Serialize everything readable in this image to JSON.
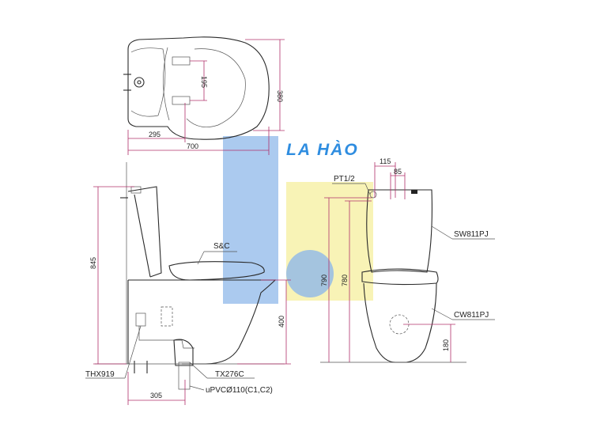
{
  "watermark": {
    "brand_text": "LA HÀO",
    "colors": {
      "blue": "#8fb8ea",
      "yellow": "#f6ef9e",
      "brand": "#2f8de0"
    }
  },
  "top_view": {
    "dim_length": "700",
    "dim_offset": "295",
    "dim_depth": "380",
    "dim_inner": "195"
  },
  "side_view": {
    "dim_height": "845",
    "dim_seat_height": "400",
    "dim_rough_in": "305",
    "label_seat": "S&C",
    "label_fitting_left": "THX919",
    "label_fitting_right": "TX276C",
    "label_pipe": "uPVCØ110(C1,C2)"
  },
  "front_view": {
    "label_supply": "PT1/2",
    "dim_115": "115",
    "dim_85": "85",
    "dim_790": "790",
    "dim_780": "780",
    "dim_180": "180",
    "label_tank": "SW811PJ",
    "label_bowl": "CW811PJ"
  },
  "colors": {
    "line": "#2a2a2a",
    "dimension": "#b0306a"
  }
}
